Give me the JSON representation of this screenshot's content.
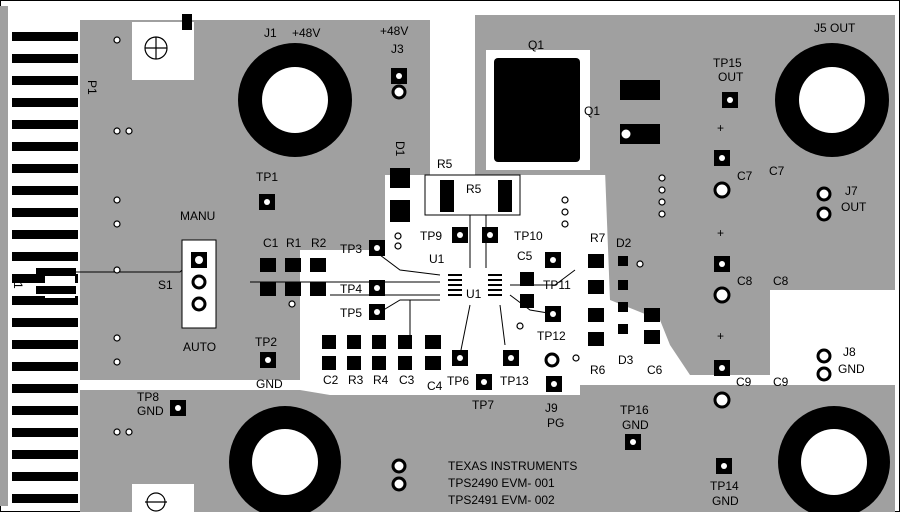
{
  "board": {
    "colors": {
      "copper": "#a0a0a0",
      "background": "#ffffff",
      "pad": "#000000",
      "trace": "#a0a0a0"
    },
    "connectors": {
      "p1_top": "P1",
      "p1_edge": "P1",
      "j1": "J1",
      "j1_voltage": "+48V",
      "j3_voltage": "+48V",
      "j3": "J3",
      "j5": "J5 OUT",
      "j7": "J7",
      "j7_out": "OUT",
      "j8": "J8",
      "j8_gnd": "GND",
      "j9": "J9",
      "j9_pg": "PG"
    },
    "switch": {
      "label": "S1",
      "manu": "MANU",
      "auto": "AUTO"
    },
    "components": {
      "q1": "Q1",
      "q1b": "Q1",
      "d1": "D1",
      "r5": "R5",
      "r5b": "R5",
      "u1": "U1",
      "u1b": "U1",
      "c1": "C1",
      "r1": "R1",
      "r2": "R2",
      "c2": "C2",
      "r3": "R3",
      "r4": "R4",
      "c3": "C3",
      "c4": "C4",
      "c5": "C5",
      "r7": "R7",
      "d2": "D2",
      "r6": "R6",
      "d3": "D3",
      "c6": "C6",
      "c7": "C7",
      "c7b": "C7",
      "c8": "C8",
      "c8b": "C8",
      "c9": "C9",
      "c9b": "C9",
      "plus1": "+",
      "plus2": "+",
      "plus3": "+"
    },
    "testpoints": {
      "tp1": "TP1",
      "tp2": "TP2",
      "tp2_gnd": "GND",
      "tp3": "TP3",
      "tp4": "TP4",
      "tp5": "TP5",
      "tp6": "TP6",
      "tp7": "TP7",
      "tp8": "TP8",
      "tp8_gnd": "GND",
      "tp9": "TP9",
      "tp10": "TP10",
      "tp11": "TP11",
      "tp12": "TP12",
      "tp13": "TP13",
      "tp14": "TP14",
      "tp14_gnd": "GND",
      "tp15": "TP15",
      "tp15_out": "OUT",
      "tp16": "TP16",
      "tp16_gnd": "GND"
    },
    "footer": {
      "line1": "TEXAS INSTRUMENTS",
      "line2": "TPS2490 EVM- 001",
      "line3": "TPS2491 EVM- 002"
    }
  }
}
